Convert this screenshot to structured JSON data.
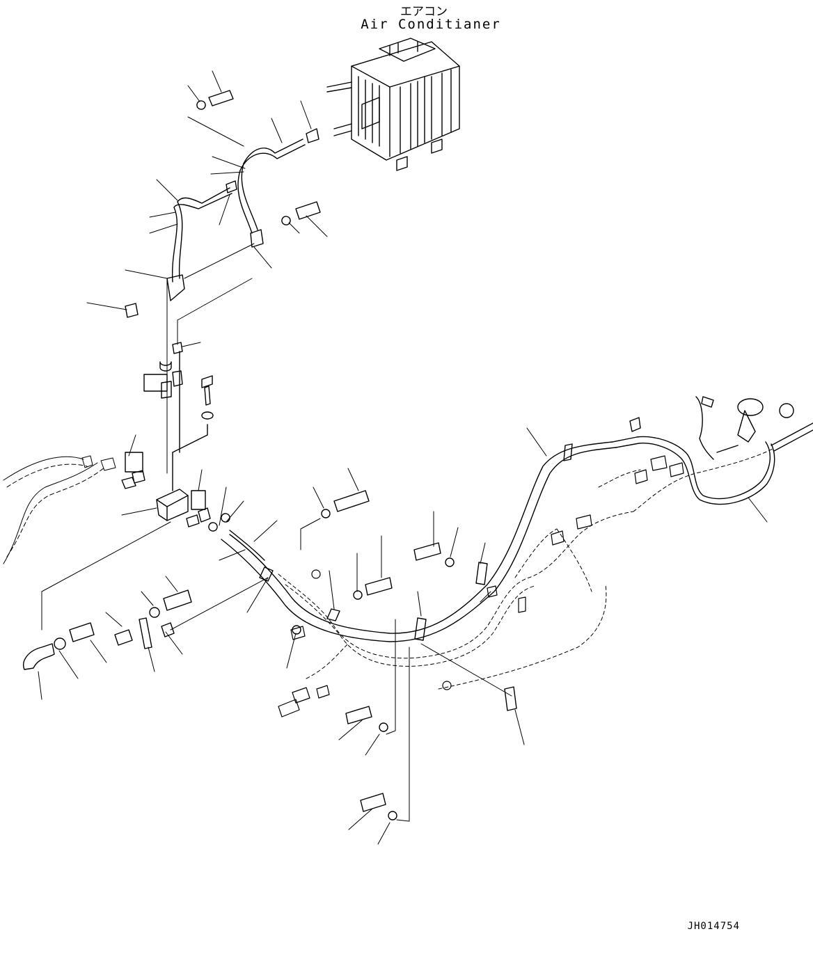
{
  "title_japanese": "エアコン",
  "title_english": "Air Conditianer",
  "drawing_number": "JH014754"
}
